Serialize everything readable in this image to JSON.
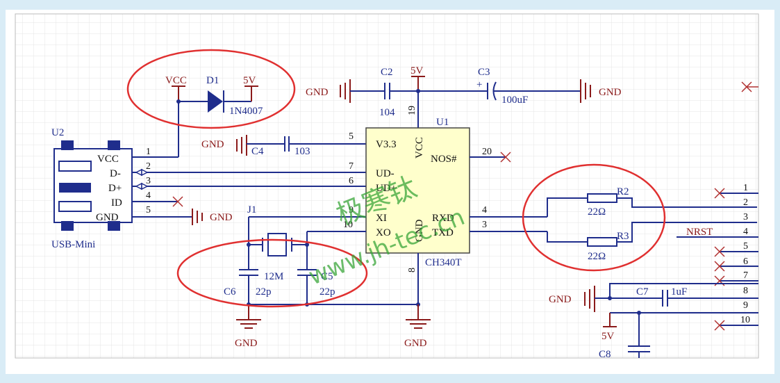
{
  "colors": {
    "wire": "#1f2d8c",
    "power": "#8b1a1a",
    "body": "#ffffcc",
    "ellipse": "#e03030",
    "watermark": "#3aa63a",
    "grid": "#e6e6e6"
  },
  "watermark": {
    "chinese": "极寒钛",
    "url": "www.jh-tec.cn"
  },
  "u2": {
    "ref": "U2",
    "name": "USB-Mini",
    "pins": [
      {
        "num": "1",
        "name": "VCC"
      },
      {
        "num": "2",
        "name": "D-"
      },
      {
        "num": "3",
        "name": "D+"
      },
      {
        "num": "4",
        "name": "ID"
      },
      {
        "num": "5",
        "name": "GND"
      }
    ]
  },
  "u1": {
    "ref": "U1",
    "name": "CH340T",
    "pins": {
      "v33": {
        "num": "5",
        "name": "V3.3"
      },
      "udm": {
        "num": "7",
        "name": "UD-"
      },
      "udp": {
        "num": "6",
        "name": "UD+"
      },
      "xi": {
        "num": "9",
        "name": "XI"
      },
      "xo": {
        "num": "10",
        "name": "XO"
      },
      "vcc": {
        "num": "19",
        "name": "VCC"
      },
      "gnd": {
        "num": "8",
        "name": "GND"
      },
      "nos": {
        "num": "20",
        "name": "NOS#"
      },
      "rxd": {
        "num": "4",
        "name": "RXD"
      },
      "txd": {
        "num": "3",
        "name": "TXD"
      }
    }
  },
  "d1": {
    "ref": "D1",
    "value": "1N4007"
  },
  "c2": {
    "ref": "C2",
    "value": "104"
  },
  "c3": {
    "ref": "C3",
    "value": "100uF",
    "polarity": "+"
  },
  "c4": {
    "ref": "C4",
    "value": "103"
  },
  "c5": {
    "ref": "C5",
    "value": "22p"
  },
  "c6": {
    "ref": "C6",
    "value": "22p"
  },
  "c7": {
    "ref": "C7",
    "value": "1uF"
  },
  "c8": {
    "ref": "C8"
  },
  "j1": {
    "ref": "J1",
    "value": "12M"
  },
  "r2": {
    "ref": "R2",
    "value": "22Ω"
  },
  "r3": {
    "ref": "R3",
    "value": "22Ω"
  },
  "power": {
    "vcc": "VCC",
    "v5": "5V",
    "gnd": "GND"
  },
  "net": {
    "nrst": "NRST"
  },
  "header_pins": [
    "1",
    "2",
    "3",
    "4",
    "5",
    "6",
    "7",
    "8",
    "9",
    "10"
  ]
}
